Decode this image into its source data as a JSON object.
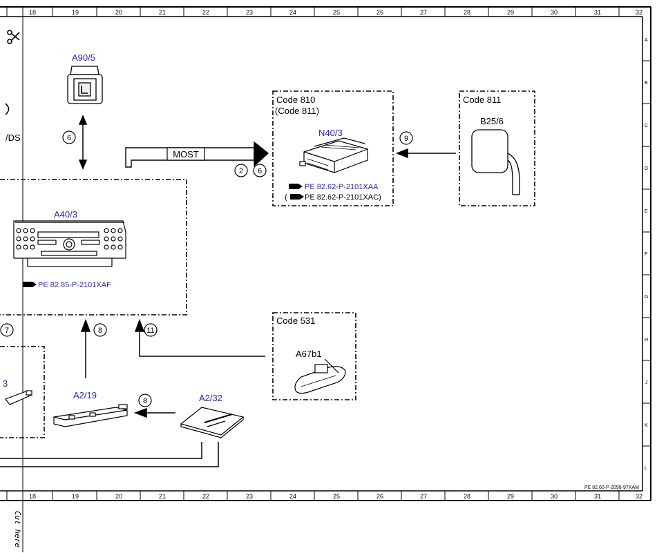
{
  "ruler": {
    "top_cols": [
      "18",
      "19",
      "20",
      "21",
      "22",
      "23",
      "24",
      "25",
      "26",
      "27",
      "28",
      "29",
      "30",
      "31",
      "32"
    ],
    "bottom_cols": [
      "18",
      "19",
      "20",
      "21",
      "22",
      "23",
      "24",
      "25",
      "26",
      "27",
      "28",
      "29",
      "30",
      "31",
      "32"
    ],
    "right_rows": [
      "A",
      "B",
      "C",
      "D",
      "E",
      "F",
      "G",
      "H",
      "J",
      "K",
      "L"
    ]
  },
  "cut_label": "Cut here",
  "left_edge_text": "/DS",
  "components": {
    "a90_5": "A90/5",
    "a40_3": "A40/3",
    "a40_3_ref": "PE 82.85-P-2101XAF",
    "n40_3": "N40/3",
    "n40_3_ref1": "PE 82.62-P-2101XAA",
    "n40_3_ref2": "PE 82.62-P-2101XAC)",
    "n40_3_ref2_paren": "(",
    "b25_6": "B25/6",
    "a67b1": "A67b1",
    "a2_19": "A2/19",
    "a2_32": "A2/32"
  },
  "codes": {
    "code810": "Code 810",
    "code811_paren": "(Code 811)",
    "code811": "Code 811",
    "code531": "Code 531"
  },
  "bus_label": "MOST",
  "circles": {
    "c6_left": "6",
    "c2": "2",
    "c6_most": "6",
    "c9": "9",
    "c7": "7",
    "c8_up": "8",
    "c11": "11",
    "c8_h": "8",
    "c3_partial": "3"
  },
  "doc_ref": "PE 82.60-P-2058-97XAM"
}
